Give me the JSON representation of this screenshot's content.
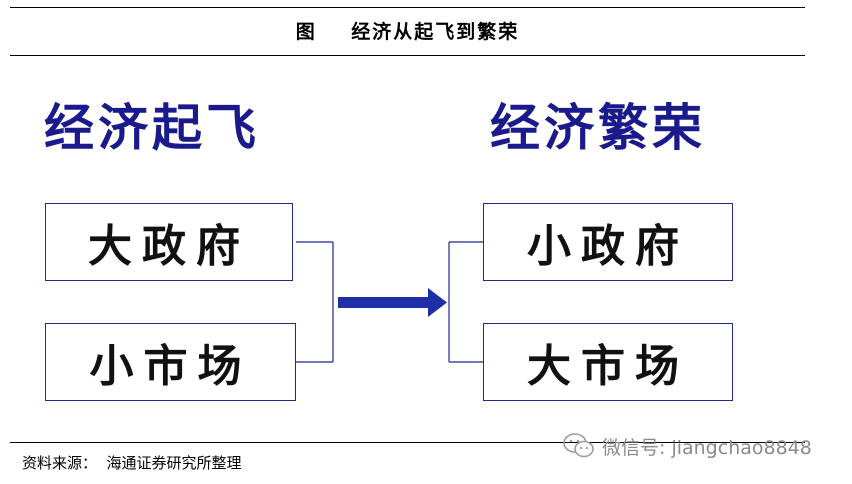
{
  "figure": {
    "title": "图    经济从起飞到繁荣"
  },
  "left": {
    "heading": "经济起飞",
    "boxes": [
      "大政府",
      "小市场"
    ]
  },
  "right": {
    "heading": "经济繁荣",
    "boxes": [
      "小政府",
      "大市场"
    ]
  },
  "footer": {
    "source": "资料来源：  海通证券研究所整理",
    "watermark": "微信号: jiangchao8848"
  },
  "colors": {
    "heading": "#1a1a8c",
    "box_border": "#1f2a8a",
    "connector": "#1f2a8a",
    "arrow": "#1e2fa8"
  },
  "icons": {
    "arrow": "right-arrow-icon",
    "watermark": "wechat-icon"
  }
}
